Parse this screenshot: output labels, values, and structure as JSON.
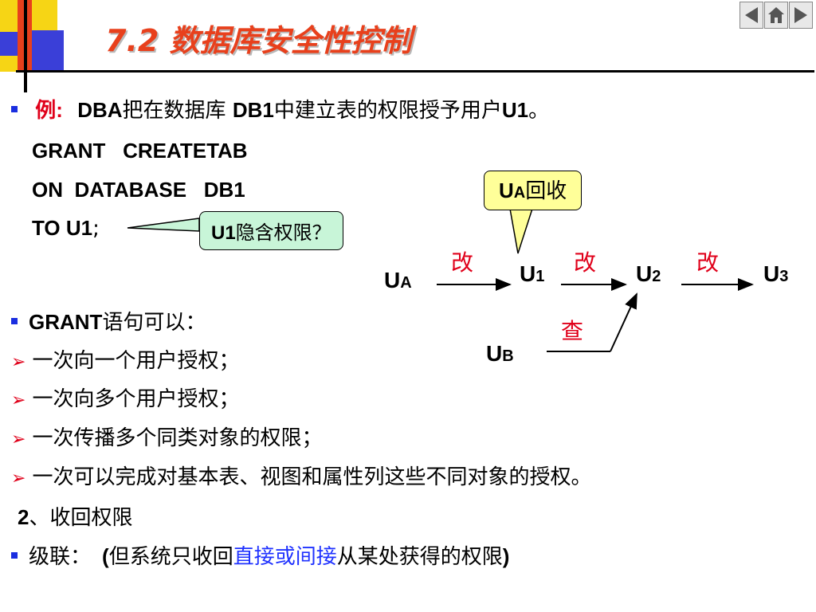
{
  "title": "7.2  数据库安全性控制",
  "nav": {
    "prev_icon": "prev-slide-icon",
    "home_icon": "home-icon",
    "next_icon": "next-slide-icon"
  },
  "colors": {
    "title": "#e8401c",
    "bullet": "#1a2ee0",
    "emphasis_red": "#e0001a",
    "link_blue": "#1f32ff",
    "deco_yellow": "#f6d515",
    "deco_blue": "#3a3fd8",
    "deco_red": "#e8401c"
  },
  "example": {
    "label": "例:",
    "prefix": "DBA",
    "text1": "把在数据库 ",
    "db": "DB1",
    "text2": "中建立表的权限授予用户",
    "user": "U1",
    "end": "。"
  },
  "sql": {
    "line1": "GRANT   CREATETAB",
    "line2": "ON  DATABASE   DB1",
    "line3": "TO  U1",
    "semicolon": ";"
  },
  "callout_implicit": {
    "bold": "U1",
    "text": "隐含权限？"
  },
  "callout_revoke": {
    "main": "U",
    "sub": "A",
    "text": "回收"
  },
  "diagram": {
    "nodes": [
      {
        "main": "U",
        "sub": "A"
      },
      {
        "main": "U",
        "sub": "1"
      },
      {
        "main": "U",
        "sub": "2"
      },
      {
        "main": "U",
        "sub": "3"
      },
      {
        "main": "U",
        "sub": "B"
      }
    ],
    "edge_labels": [
      "改",
      "改",
      "改",
      "查"
    ]
  },
  "grant": {
    "bold": "GRANT",
    "text": "语句可以："
  },
  "items": [
    "一次向一个用户授权；",
    "一次向多个用户授权；",
    "一次传播多个同类对象的权限；",
    "一次可以完成对基本表、视图和属性列这些不同对象的授权。"
  ],
  "section2": {
    "num": "2",
    "text": "、收回权限"
  },
  "cascade": {
    "label": "级联：",
    "open": "(",
    "pre": "但系统只收回",
    "highlight": "直接或间接",
    "post": "从某处获得的权限",
    "close": ")"
  }
}
